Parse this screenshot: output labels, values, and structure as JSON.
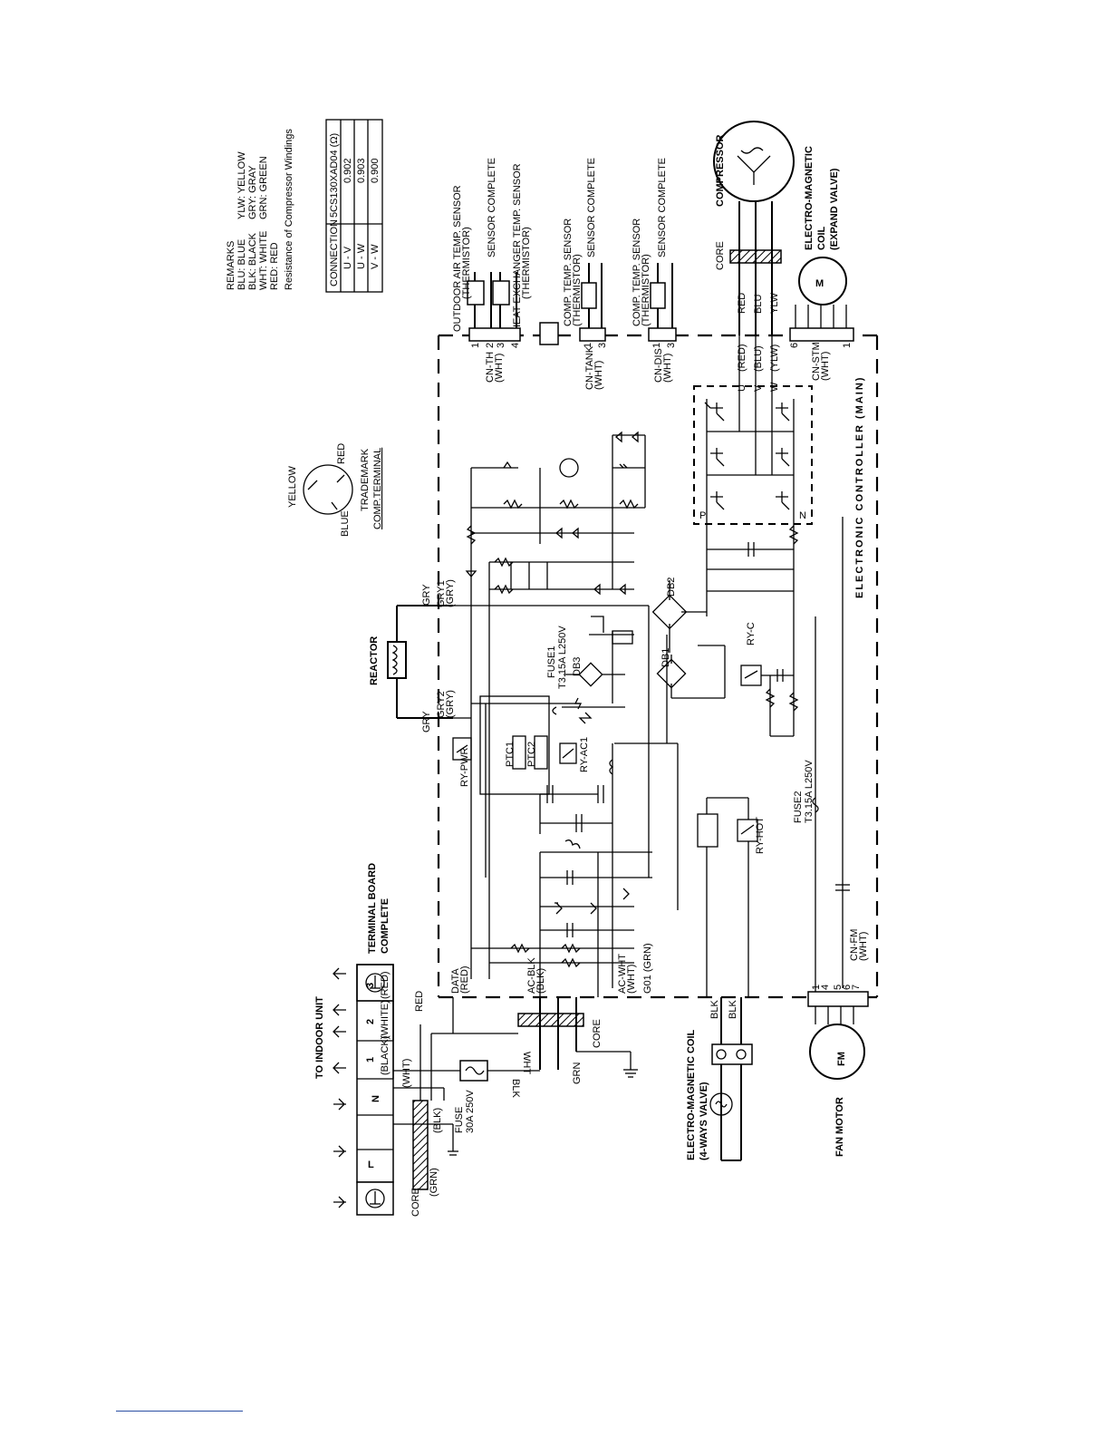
{
  "remarks": {
    "title": "REMARKS",
    "left_col": [
      "BLU: BLUE",
      "BLK: BLACK",
      "WHT: WHITE",
      "RED: RED"
    ],
    "right_col": [
      "YLW: YELLOW",
      "GRY: GRAY",
      "GRN: GREEN"
    ]
  },
  "resistance_table": {
    "title": "Resistance of Compressor Windings",
    "headers": [
      "CONNECTION",
      "5CS130XAD04 (Ω)"
    ],
    "rows": [
      [
        "U - V",
        "0.902"
      ],
      [
        "U - W",
        "0.903"
      ],
      [
        "V - W",
        "0.900"
      ]
    ]
  },
  "comp_terminal": {
    "yellow": "YELLOW",
    "red": "RED",
    "blue": "BLUE",
    "trademark": "TRADEMARK",
    "label": "COMP.TERMINAL"
  },
  "sensors": {
    "outdoor_air": [
      "OUTDOOR AIR TEMP. SENSOR",
      "(THERMISTOR)"
    ],
    "sensor_complete": "SENSOR COMPLETE",
    "heat_exchanger": [
      "HEAT EXCHANGER TEMP. SENSOR",
      "(THERMISTOR)"
    ],
    "comp_temp_1": [
      "COMP. TEMP. SENSOR",
      "(THERMISTOR)"
    ],
    "comp_temp_2": [
      "COMP. TEMP. SENSOR",
      "(THERMISTOR)"
    ]
  },
  "connectors": {
    "cn_th": [
      "CN-TH",
      "(WHT)"
    ],
    "cn_tank": [
      "CN-TANK",
      "(WHT)"
    ],
    "cn_dis": [
      "CN-DIS",
      "(WHT)"
    ],
    "cn_stm": [
      "CN-STM",
      "(WHT)"
    ],
    "cn_fm": [
      "CN-FM",
      "(WHT)"
    ],
    "pins_1234": [
      "1",
      "2",
      "3",
      "4"
    ],
    "pins_13": [
      "1",
      "3"
    ],
    "pins_stm": [
      "6",
      "1"
    ],
    "pins_fm": [
      "1",
      "4",
      "5",
      "6",
      "7"
    ]
  },
  "compressor": {
    "label": "COMPRESSOR",
    "core": "CORE",
    "wires": [
      "RED",
      "BLU",
      "YLW"
    ],
    "wire_tags": [
      "(RED)",
      "(BLU)",
      "(YLW)"
    ],
    "phases": [
      "U",
      "V",
      "W"
    ]
  },
  "expand_valve": {
    "label": [
      "ELECTRO-MAGNETIC",
      "COIL",
      "(EXPAND VALVE)"
    ],
    "symbol": "M"
  },
  "controller": {
    "label": "ELECTRONIC CONTROLLER (MAIN)",
    "bus_p": "P",
    "bus_n": "N"
  },
  "components": {
    "reactor": "REACTOR",
    "gry": "GRY",
    "gry1": [
      "GRY1",
      "(GRY)"
    ],
    "gry2": [
      "GRY2",
      "(GRY)"
    ],
    "fuse1": [
      "FUSE1",
      "T3.15A L250V"
    ],
    "fuse2": [
      "FUSE2",
      "T3.15A L250V"
    ],
    "db1": "DB1",
    "db2": "DB2",
    "db3": "DB3",
    "ry_pwr": "RY-PWR",
    "ry_ac1": "RY-AC1",
    "ry_c": "RY-C",
    "ry_hot": "RY-HOT",
    "ptc1": "PTC1",
    "ptc2": "PTC2",
    "data": [
      "DATA",
      "(RED)"
    ],
    "ac_blk": [
      "AC-BLK",
      "(BLK)"
    ],
    "ac_wht": [
      "AC-WHT",
      "(WHT)"
    ],
    "g01": "G01 (GRN)",
    "core": "CORE",
    "grn": "GRN",
    "wht": "WHT",
    "blk": "BLK",
    "red": "RED"
  },
  "terminal_board": {
    "label": [
      "TERMINAL BOARD",
      "COMPLETE"
    ],
    "to_indoor": "TO INDOOR UNIT",
    "terms": [
      "L",
      "N",
      "1",
      "2",
      "3"
    ],
    "term_colors": [
      "(BLACK)",
      "(WHITE)",
      "(RED)"
    ],
    "wht_tag": "(WHT)",
    "blk_tag": "(BLK)",
    "grn_tag": "(GRN)",
    "core": "CORE",
    "fuse": [
      "FUSE",
      "30A 250V"
    ],
    "blk_wire": "BLK"
  },
  "four_way": {
    "label": [
      "ELECTRO-MAGNETIC COIL",
      "(4-WAYS VALVE)"
    ],
    "blk1": "BLK",
    "blk2": "BLK"
  },
  "fan_motor": {
    "label": "FAN MOTOR",
    "symbol": "FM"
  }
}
